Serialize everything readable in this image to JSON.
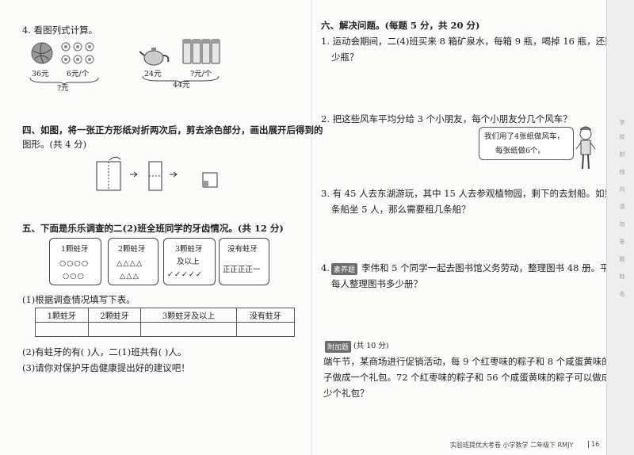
{
  "left": {
    "q4": {
      "title": "4. 看图列式计算。",
      "ball_price": "36元",
      "icons_price": "6元/个",
      "left_question": "?元",
      "teapot_price": "24元",
      "cup_price": "?元/个",
      "total": "44元"
    },
    "q_fold": {
      "line1": "四、如图，将一张正方形纸对折两次后，剪去涂色部分，画出展开后得到的",
      "line2": "图形。(共 4 分)"
    },
    "q5": {
      "title": "五、下面是乐乐调查的二(2)班全班同学的牙齿情况。(共 12 分)",
      "cards": [
        {
          "label": "1颗蛀牙",
          "marks1": "○○○○",
          "marks2": "○○○"
        },
        {
          "label": "2颗蛀牙",
          "marks1": "△△△△",
          "marks2": "△△△"
        },
        {
          "label": "3颗蛀牙",
          "label2": "及以上",
          "marks1": "✓✓✓✓✓"
        },
        {
          "label": "没有蛀牙",
          "marks1": "正正正正一"
        }
      ],
      "sub1": "(1)根据调查情况填写下表。",
      "table_headers": [
        "1颗蛀牙",
        "2颗蛀牙",
        "3颗蛀牙及以上",
        "没有蛀牙"
      ],
      "sub2": "(2)有蛀牙的有(    )人，二(1)班共有(    )人。",
      "sub3": "(3)请你对保护牙齿健康提出好的建议吧！"
    }
  },
  "right": {
    "title": "六、解决问题。(每题 5 分，共 20 分)",
    "q1": {
      "line1": "1. 运动会期间，二(4)班买来 8 箱矿泉水，每箱 9 瓶，喝掉 16 瓶，还剩多",
      "line2": "少瓶？"
    },
    "q2": {
      "line1": "2. 把这些风车平均分给 3 个小朋友，每个小朋友分几个风车？",
      "bubble1": "我们用了4张纸做风车，",
      "bubble2": "每张纸做6个。"
    },
    "q3": {
      "line1": "3. 有 45 人去东湖游玩，其中 15 人去参观植物园，剩下的去划船。如果每",
      "line2": "条船坐 5 人，那么需要租几条船？"
    },
    "q4": {
      "num": "4.",
      "tag": "素养题",
      "line1": "李伟和 5 个同学一起去图书馆义务劳动，整理图书 48 册。平均",
      "line2": "每人整理图书多少册？"
    },
    "bonus": {
      "tag": "附加题",
      "score": "(共 10 分)",
      "line1": "端午节，某商场进行促销活动，每 9 个红枣味的粽子和 8 个咸蛋黄味的粽",
      "line2": "子做成一个礼包。72 个红枣味的粽子和 56 个咸蛋黄味的粽子可以做成多",
      "line3": "少个礼包？"
    },
    "footer": "实验班提优大考卷 小学数学 二年级下 RMJY",
    "page_num": "16"
  },
  "side_margin": [
    "学",
    "校",
    "封",
    "线",
    "内",
    "请",
    "勿",
    "答",
    "题",
    "姓",
    "名"
  ]
}
